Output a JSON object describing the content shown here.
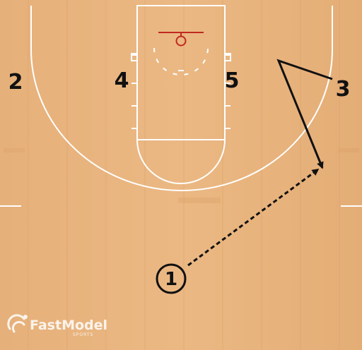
{
  "diagram": {
    "type": "basketball-play",
    "colors": {
      "floor": "#e8b47c",
      "floor_dark": "#dba26a",
      "lines": "#ffffff",
      "rim": "#c0291f",
      "ink": "#111111"
    },
    "players": [
      {
        "id": "2",
        "label": "2",
        "circled": false
      },
      {
        "id": "4",
        "label": "4",
        "circled": false
      },
      {
        "id": "5",
        "label": "5",
        "circled": false
      },
      {
        "id": "3",
        "label": "3",
        "circled": false
      },
      {
        "id": "1",
        "label": "1",
        "circled": true
      }
    ],
    "actions": [
      {
        "type": "cut",
        "style": "solid-arrow",
        "from": "3"
      },
      {
        "type": "pass",
        "style": "dashed-arrow",
        "from": "1",
        "to": "3"
      }
    ]
  },
  "logo": {
    "name": "FastModel",
    "sub": "SPORTS",
    "icon": "fastmodel-swoosh-icon"
  }
}
